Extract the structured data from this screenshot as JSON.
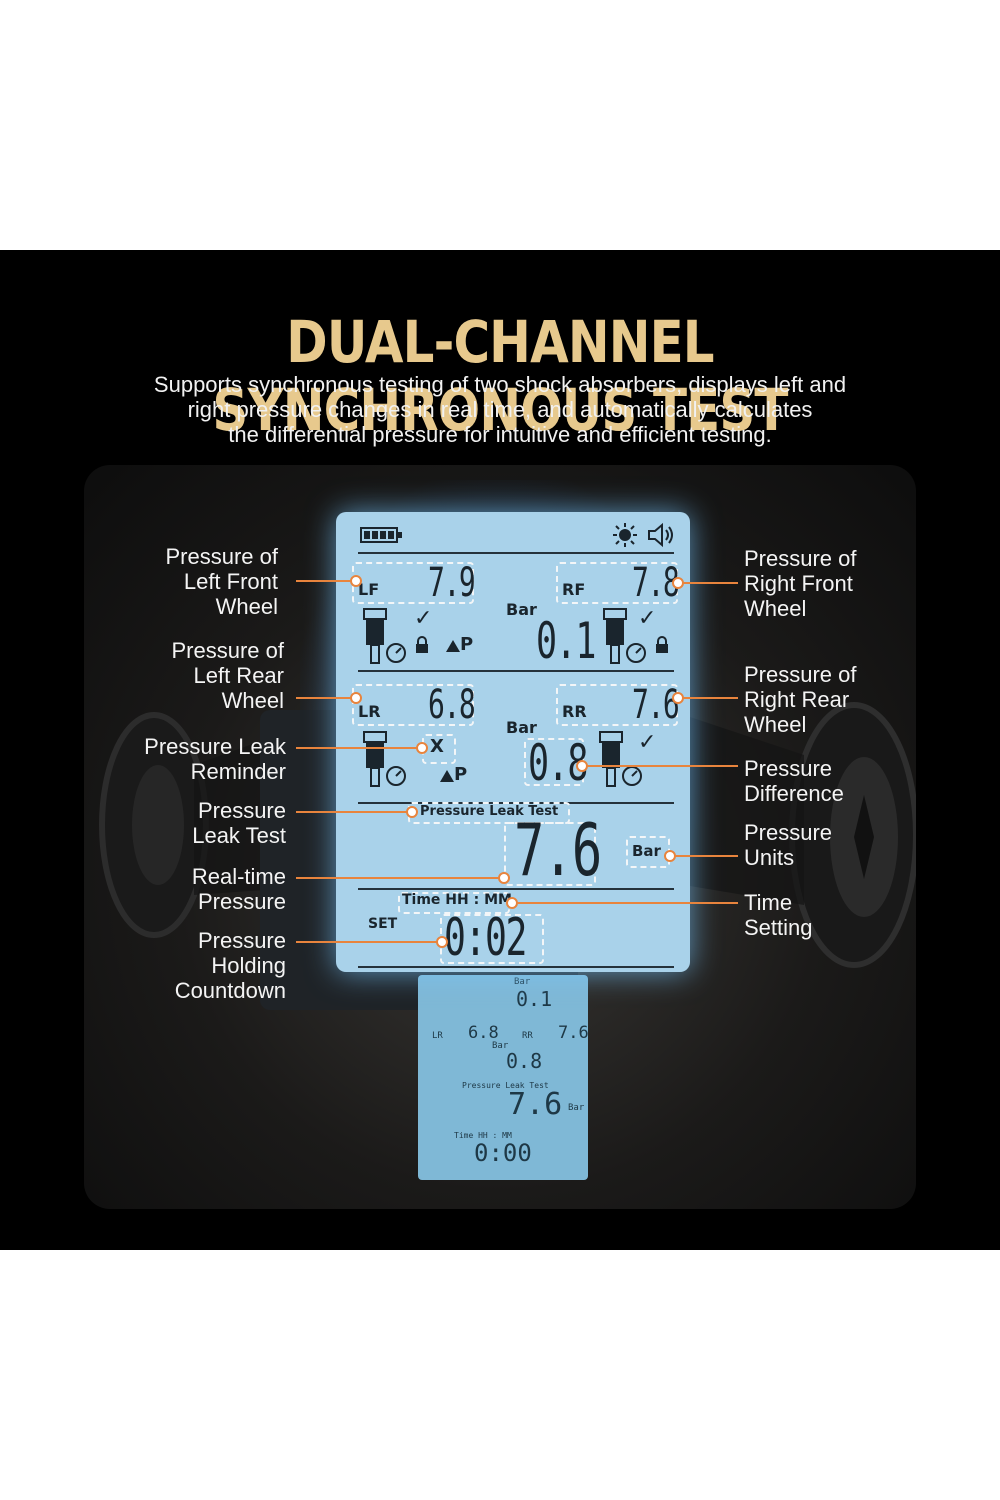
{
  "headline": "DUAL-CHANNEL SYNCHRONOUS TEST",
  "subtitle": [
    "Supports synchronous testing of two shock absorbers, displays left and",
    "right pressure changes in real time, and automatically calculates",
    "the differential  pressure for intuitive and efficient testing."
  ],
  "lcd": {
    "lf_tag": "LF",
    "lf_value": "7.9",
    "rf_tag": "RF",
    "rf_value": "7.8",
    "lr_tag": "LR",
    "lr_value": "6.8",
    "rr_tag": "RR",
    "rr_value": "7.6",
    "front_unit": "Bar",
    "front_diff": "0.1",
    "rear_unit": "Bar",
    "rear_diff": "0.8",
    "leak_test_label": "Pressure Leak Test",
    "realtime_value": "7.6",
    "units_value": "Bar",
    "time_label": "Time HH : MM",
    "set_label": "SET",
    "countdown": "0:02",
    "leak_mark": "X",
    "p_mark": "P",
    "check_mark": "✓"
  },
  "lower_screen": {
    "front_unit": "Bar",
    "front_diff": "0.1",
    "lr_tag": "LR",
    "lr_value": "6.8",
    "rr_tag": "RR",
    "rr_value": "7.6",
    "rear_unit": "Bar",
    "rear_diff": "0.8",
    "leak_test_label": "Pressure Leak Test",
    "realtime_value": "7.6",
    "units_value": "Bar",
    "time_label": "Time HH : MM",
    "countdown": "0:00"
  },
  "labels_left": [
    {
      "text": "Pressure of\nLeft Front\nWheel"
    },
    {
      "text": "Pressure of\nLeft Rear\nWheel"
    },
    {
      "text": "Pressure Leak\nReminder"
    },
    {
      "text": "Pressure\nLeak Test"
    },
    {
      "text": "Real-time\nPressure"
    },
    {
      "text": "Pressure\nHolding\nCountdown"
    }
  ],
  "labels_right": [
    {
      "text": "Pressure of\nRight Front\nWheel"
    },
    {
      "text": "Pressure of\nRight Rear\nWheel"
    },
    {
      "text": "Pressure\nDifference"
    },
    {
      "text": "Pressure\nUnits"
    },
    {
      "text": "Time\nSetting"
    }
  ],
  "colors": {
    "headline": "#e7c98d",
    "leader": "#e8843d",
    "lcd": "#a9d2ea",
    "grip": "#f2b51d"
  },
  "icons": [
    "battery-icon",
    "sun-icon",
    "speaker-icon",
    "lock-icon",
    "gauge-icon",
    "check-icon"
  ]
}
